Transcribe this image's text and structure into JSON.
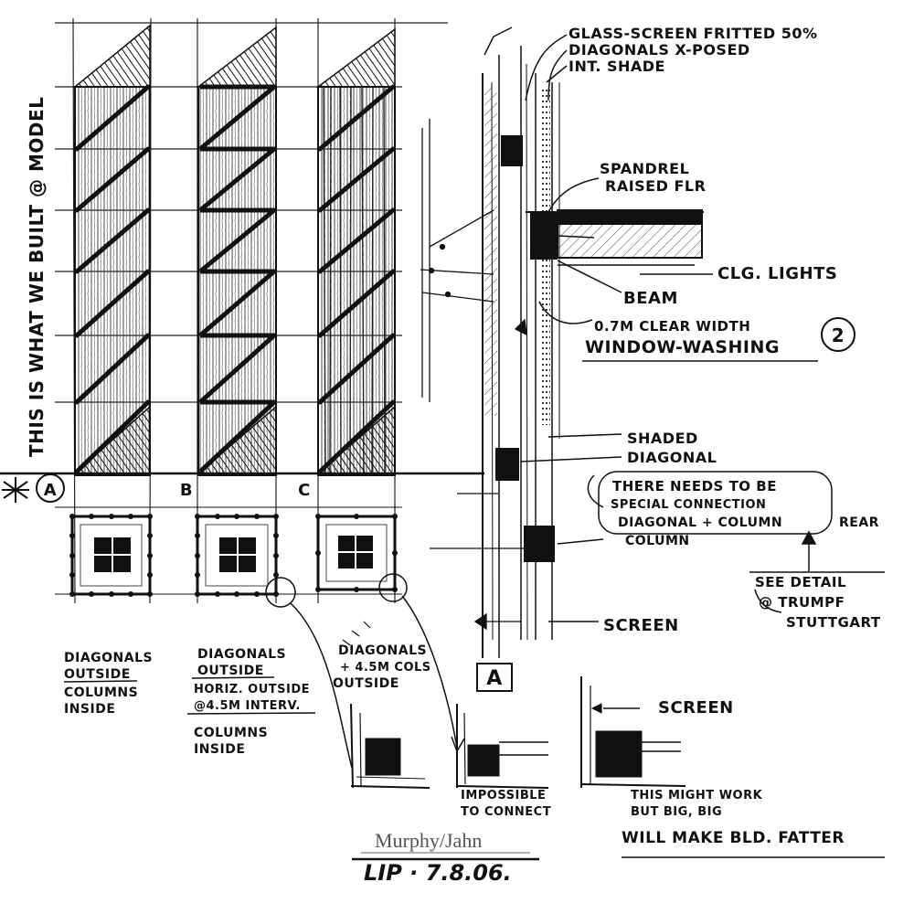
{
  "sheet": {
    "side_note": "THIS IS WHAT WE BUILT @ MODEL",
    "grid_labels": {
      "a": "A",
      "b": "B",
      "c": "C"
    },
    "options": [
      {
        "lines": [
          "DIAGONALS",
          "OUTSIDE",
          "COLUMNS",
          "INSIDE"
        ]
      },
      {
        "lines": [
          "DIAGONALS",
          "OUTSIDE",
          "HORIZ. OUTSIDE",
          "@4.5M INTERV.",
          "COLUMNS",
          "INSIDE"
        ]
      },
      {
        "lines": [
          "DIAGONALS",
          "+ 4.5M COLS",
          "OUTSIDE"
        ]
      }
    ],
    "section_notes": {
      "glass_screen": "GLASS-SCREEN FRITTED 50%",
      "diagonals_x": "DIAGONALS X-POSED",
      "int_shade": "INT. SHADE",
      "spandrel_1": "SPANDREL",
      "spandrel_2": "RAISED FLR",
      "clg_lights": "CLG. LIGHTS",
      "beam": "BEAM",
      "clear_width_1": "0.7M CLEAR WIDTH",
      "clear_width_2": "WINDOW-WASHING",
      "circle_num": "2",
      "shaded_1": "SHADED",
      "shaded_2": "DIAGONAL",
      "connect_1": "THERE NEEDS TO BE",
      "connect_2": "SPECIAL CONNECTION",
      "connect_3": "DIAGONAL + COLUMN",
      "connect_tail": "REAR",
      "column": "COLUMN",
      "see_1": "SEE DETAIL",
      "see_2": "@ TRUMPF",
      "see_3": "STUTTGART",
      "screen": "SCREEN"
    },
    "detail_mark": "A",
    "details": {
      "screen": "SCREEN",
      "impossible_1": "IMPOSSIBLE",
      "impossible_2": "TO CONNECT",
      "might_1": "THIS MIGHT WORK",
      "might_2": "BUT BIG, BIG",
      "might_3": "WILL MAKE BLD. FATTER"
    },
    "brand": "Murphy/Jahn",
    "signature": "LIP · 7.8.06."
  }
}
